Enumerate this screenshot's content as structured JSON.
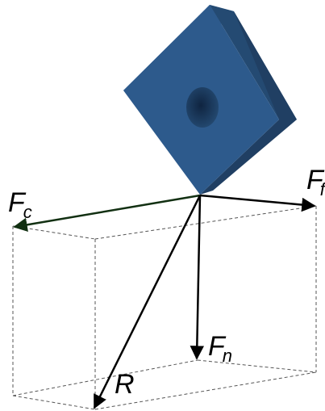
{
  "labels": {
    "cutting_force": {
      "main": "F",
      "sub": "c"
    },
    "feed_force": {
      "main": "F",
      "sub": "f"
    },
    "normal_force": {
      "main": "F",
      "sub": "n"
    },
    "resultant": {
      "main": "R"
    }
  },
  "colors": {
    "background": "#ffffff",
    "insert_front": "#2d5a8c",
    "insert_top": "#3e6ea6",
    "insert_side": "#244a72",
    "hole": "#18304e",
    "arrow": "#000000",
    "cutting_arrow": "#123012",
    "box_edges": "#555555"
  }
}
